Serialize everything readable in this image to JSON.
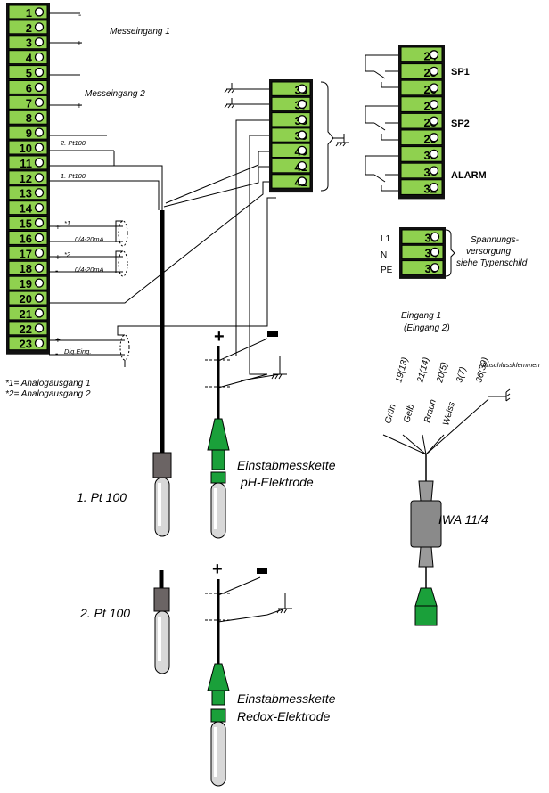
{
  "left_block": {
    "terminals": [
      "1",
      "2",
      "3",
      "4",
      "5",
      "6",
      "7",
      "8",
      "9",
      "10",
      "11",
      "12",
      "13",
      "14",
      "15",
      "16",
      "17",
      "18",
      "19",
      "20",
      "21",
      "22",
      "23"
    ],
    "labels": {
      "measure_input_1": "Messeingang 1",
      "measure_input_2": "Messeingang 2",
      "pt100_2": "2. Pt100",
      "pt100_1": "1. Pt100",
      "mark_1": "*1",
      "mark_2": "*2",
      "range_1": "0/4-20mA",
      "range_2": "0/4-20mA",
      "digital_input": "Dig.Eing."
    },
    "footnotes": [
      "*1= Analogausgang 1",
      "*2= Analogausgang 2"
    ]
  },
  "middle_block": {
    "terminals": [
      "36",
      "37",
      "38",
      "39",
      "40",
      "41",
      "42"
    ]
  },
  "right_block": {
    "relay_terminals": [
      "24",
      "25",
      "26",
      "27",
      "28",
      "29",
      "30",
      "31",
      "32"
    ],
    "relay_labels": [
      "SP1",
      "SP2",
      "ALARM"
    ],
    "power_terminals": [
      "33",
      "34",
      "35"
    ],
    "power_prefixes": [
      "L1",
      "N",
      "PE"
    ],
    "power_note": [
      "Spannungs-",
      "versorgung",
      "siehe Typenschild"
    ]
  },
  "iwa": {
    "title": [
      "Eingang 1",
      "(Eingang 2)"
    ],
    "connection_label": "Anschlussklemmen",
    "pins": [
      "19(13)",
      "21(14)",
      "20(5)",
      "3(7)",
      "36(39)"
    ],
    "colors": [
      "Grün",
      "Gelb",
      "Braun",
      "Weiss"
    ],
    "name": "IWA 11/4"
  },
  "electrodes": {
    "pt100_1": "1. Pt 100",
    "pt100_2": "2. Pt 100",
    "ph_lines": [
      "Einstabmesskette",
      "pH-Elektrode"
    ],
    "redox_lines": [
      "Einstabmesskette",
      "Redox-Elektrode"
    ]
  },
  "colors": {
    "terminal_green": "#8fd14f",
    "wire": "#000000",
    "electrode_green": "#1aa03a",
    "probe_grey": "#d8d8d8"
  },
  "icons": [
    "ground-icon",
    "plus-sign",
    "minus-sign",
    "relay-contact-icon"
  ]
}
